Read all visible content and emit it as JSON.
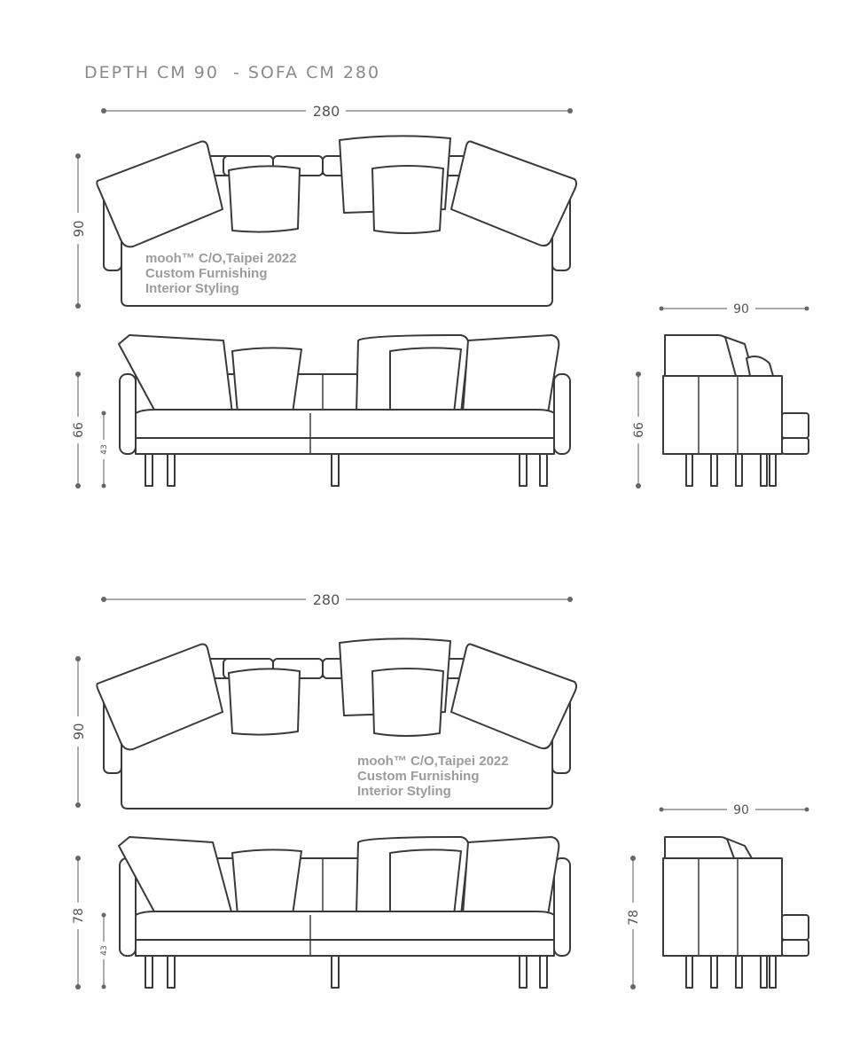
{
  "heading": "DEPTH CM 90  - SOFA CM 280",
  "watermark": {
    "line1": "mooh™ C/O,Taipei 2022",
    "line2": "Custom Furnishing",
    "line3": "Interior  Styling"
  },
  "variant_a": {
    "plan_width": "280",
    "plan_depth": "90",
    "front_height": "66",
    "seat_height": "43",
    "side_depth": "90",
    "side_height": "66"
  },
  "variant_b": {
    "plan_width": "280",
    "plan_depth": "90",
    "front_height": "78",
    "seat_height": "43",
    "side_depth": "90",
    "side_height": "78"
  },
  "colors": {
    "outline": "#3a3a3a",
    "dimension": "#777777",
    "heading": "#8a8a8a",
    "watermark": "#9c9c9c"
  }
}
